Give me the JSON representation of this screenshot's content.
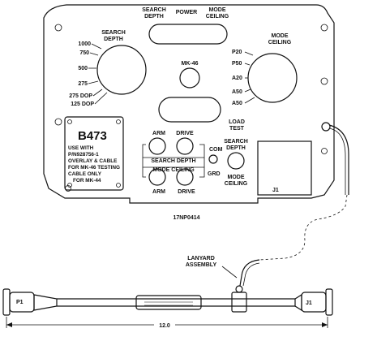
{
  "panel": {
    "top_labels": {
      "search_depth_line1": "SEARCH",
      "search_depth_line2": "DEPTH",
      "power": "POWER",
      "mode_line1": "MODE",
      "mode_line2": "CEILING"
    },
    "search_depth_dial": {
      "title_line1": "SEARCH",
      "title_line2": "DEPTH",
      "positions": [
        "1000",
        "750",
        "500",
        "275",
        "275 DOP",
        "125 DOP"
      ]
    },
    "mode_ceiling_dial": {
      "title_line1": "MODE",
      "title_line2": "CEILING",
      "positions": [
        "P20",
        "P50",
        "A20",
        "A50",
        "A50"
      ]
    },
    "center_knob_label": "MK-46",
    "placard": {
      "model": "B473",
      "lines": [
        "USE WITH",
        "P/N928756-1",
        "OVERLAY & CABLE",
        "FOR MK-46 TESTING",
        "CABLE ONLY",
        "FOR MK-44"
      ]
    },
    "buttons": {
      "arm_top": "ARM",
      "drive_top": "DRIVE",
      "search_depth_group": "SEARCH DEPTH",
      "mode_ceiling_group": "MODE CEILING",
      "arm_bottom": "ARM",
      "drive_bottom": "DRIVE",
      "com": "COM",
      "grd": "GRD"
    },
    "load_test": {
      "title_line1": "LOAD",
      "title_line2": "TEST",
      "search_line1": "SEARCH",
      "search_line2": "DEPTH",
      "mode_line1": "MODE",
      "mode_line2": "CEILING"
    },
    "connector": "J1"
  },
  "figure_id": "17NP0414",
  "cable": {
    "lanyard_line1": "LANYARD",
    "lanyard_line2": "ASSEMBLY",
    "left_plug": "P1",
    "right_plug": "J1",
    "length": "12.0"
  }
}
